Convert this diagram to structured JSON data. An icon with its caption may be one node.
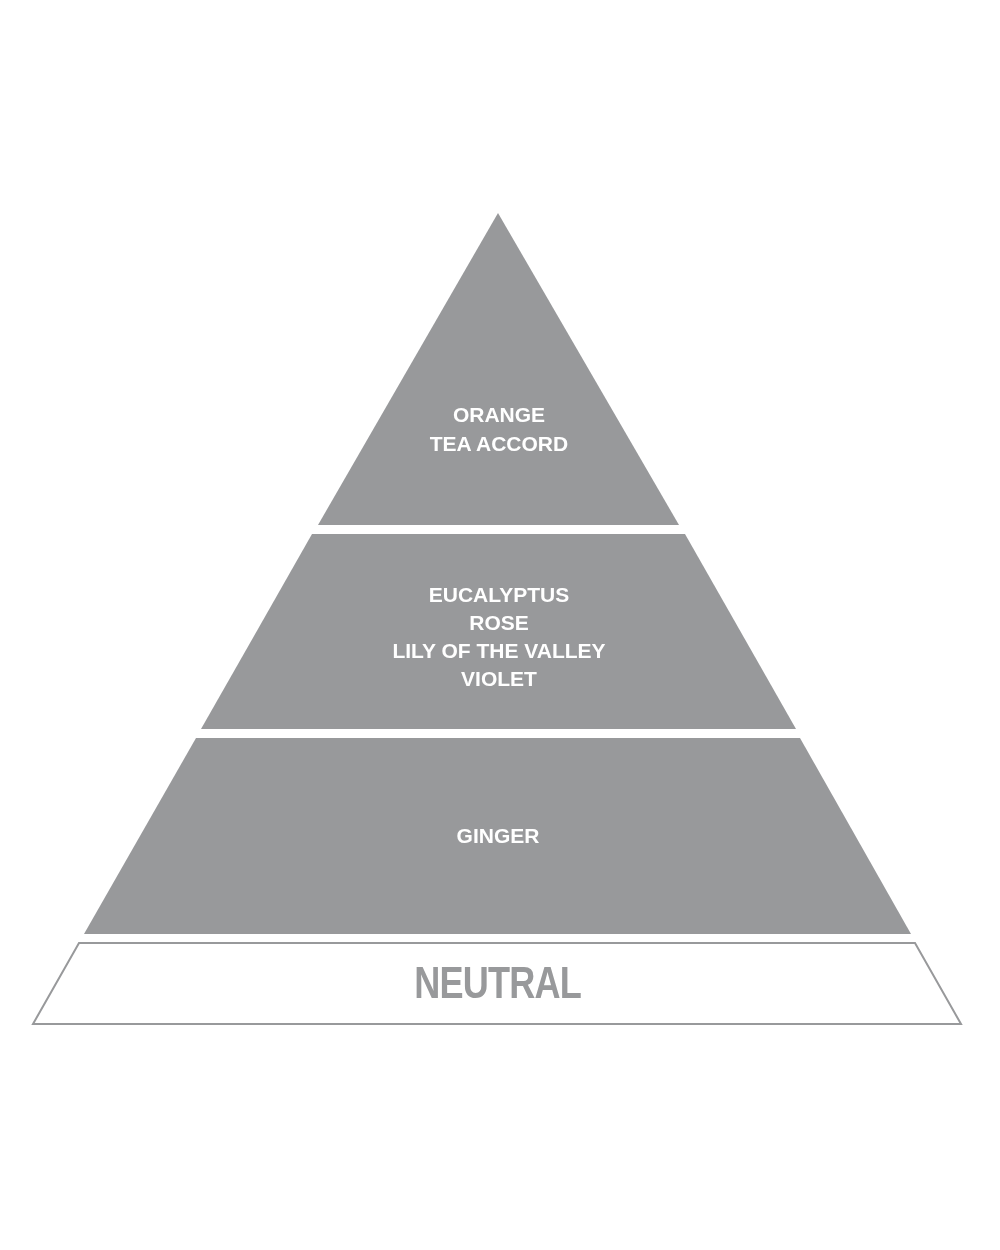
{
  "diagram": {
    "nodes": [
      {
        "text": [
          "ORANGE",
          "TEA ACCORD"
        ]
      },
      {
        "text": [
          "EUCALYPTUS",
          "ROSE",
          "LILY OF THE VALLEY",
          "VIOLET"
        ]
      },
      {
        "text": [
          "GINGER"
        ]
      },
      {
        "text": [
          "NEUTRAL"
        ]
      }
    ],
    "edges": []
  }
}
